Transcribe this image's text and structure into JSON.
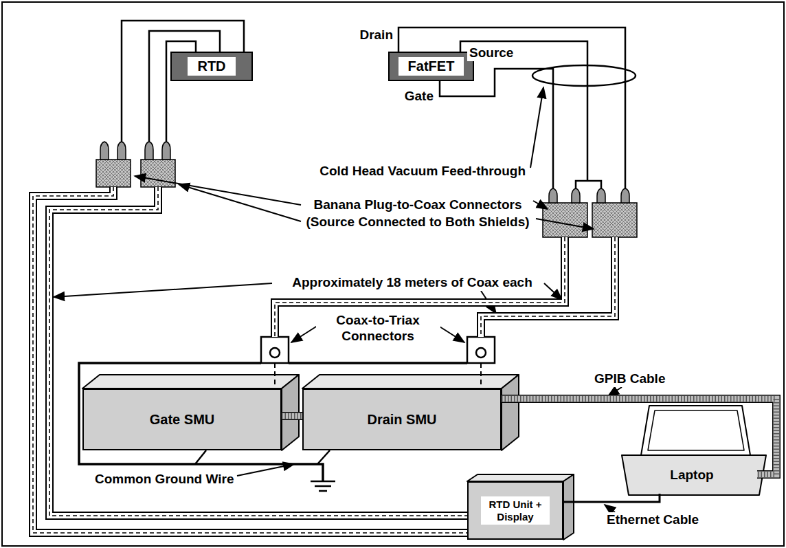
{
  "diagram": {
    "nodes": [
      {
        "text": [
          "RTD"
        ]
      },
      {
        "text": [
          "FatFET"
        ]
      },
      {
        "text": [
          "Gate SMU"
        ]
      },
      {
        "text": [
          "Drain SMU"
        ]
      },
      {
        "text": [
          "Laptop"
        ]
      },
      {
        "text": [
          "RTD Unit + Display"
        ]
      }
    ],
    "edges": [
      {
        "from": 0,
        "to": 5,
        "arrow": "none"
      },
      {
        "from": 1,
        "to": 2,
        "arrow": "none"
      },
      {
        "from": 1,
        "to": 3,
        "arrow": "none"
      },
      {
        "from": 2,
        "to": 3,
        "arrow": "none"
      },
      {
        "from": 3,
        "to": 4,
        "arrow": "none"
      },
      {
        "from": 5,
        "to": 4,
        "arrow": "none"
      }
    ],
    "labels": [
      "Drain",
      "Source",
      "Gate",
      "Cold Head Vacuum Feed-through",
      "Banana Plug-to-Coax Connectors",
      "(Source Connected to Both Shields)",
      "Approximately 18 meters of Coax each",
      "Coax-to-Triax Connectors",
      "GPIB Cable",
      "Common Ground Wire",
      "Ethernet Cable"
    ]
  }
}
